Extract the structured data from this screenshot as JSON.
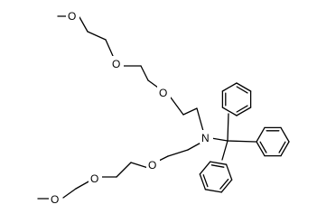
{
  "molecule": {
    "atoms": {
      "o1": "O",
      "o2": "O",
      "o3": "O",
      "n": "N",
      "o4": "O",
      "o5": "O",
      "o6": "O"
    }
  }
}
